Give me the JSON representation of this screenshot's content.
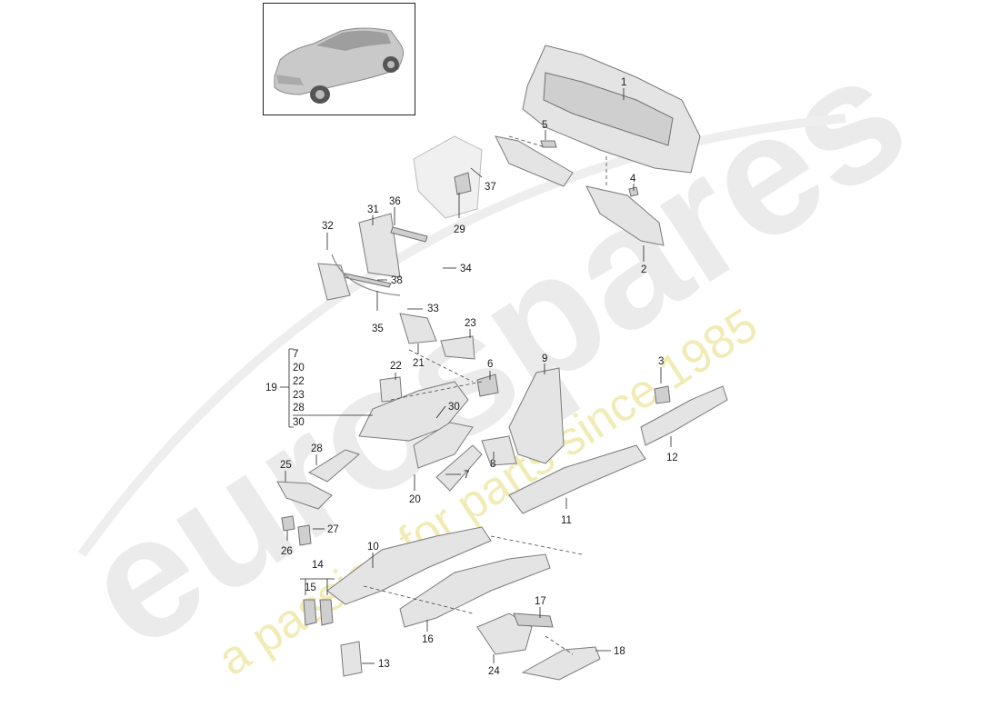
{
  "watermark": {
    "brand": "eurospares",
    "tagline": "a passion for parts since 1985"
  },
  "thumbnail": {
    "icon": "suv-car-icon"
  },
  "group_label": {
    "number": "19",
    "members": [
      "7",
      "20",
      "22",
      "23",
      "28",
      "30"
    ]
  },
  "callouts": {
    "c1": "1",
    "c2": "2",
    "c3": "3",
    "c4": "4",
    "c5": "5",
    "c6": "6",
    "c7": "7",
    "c8": "8",
    "c9": "9",
    "c10": "10",
    "c11": "11",
    "c12": "12",
    "c13": "13",
    "c14": "14",
    "c15": "15",
    "c16": "16",
    "c17": "17",
    "c18": "18",
    "c20": "20",
    "c21": "21",
    "c22": "22",
    "c23": "23",
    "c24": "24",
    "c25": "25",
    "c26": "26",
    "c27": "27",
    "c28": "28",
    "c29": "29",
    "c30": "30",
    "c31": "31",
    "c32": "32",
    "c33": "33",
    "c34": "34",
    "c35": "35",
    "c36": "36",
    "c37": "37",
    "c38": "38"
  }
}
